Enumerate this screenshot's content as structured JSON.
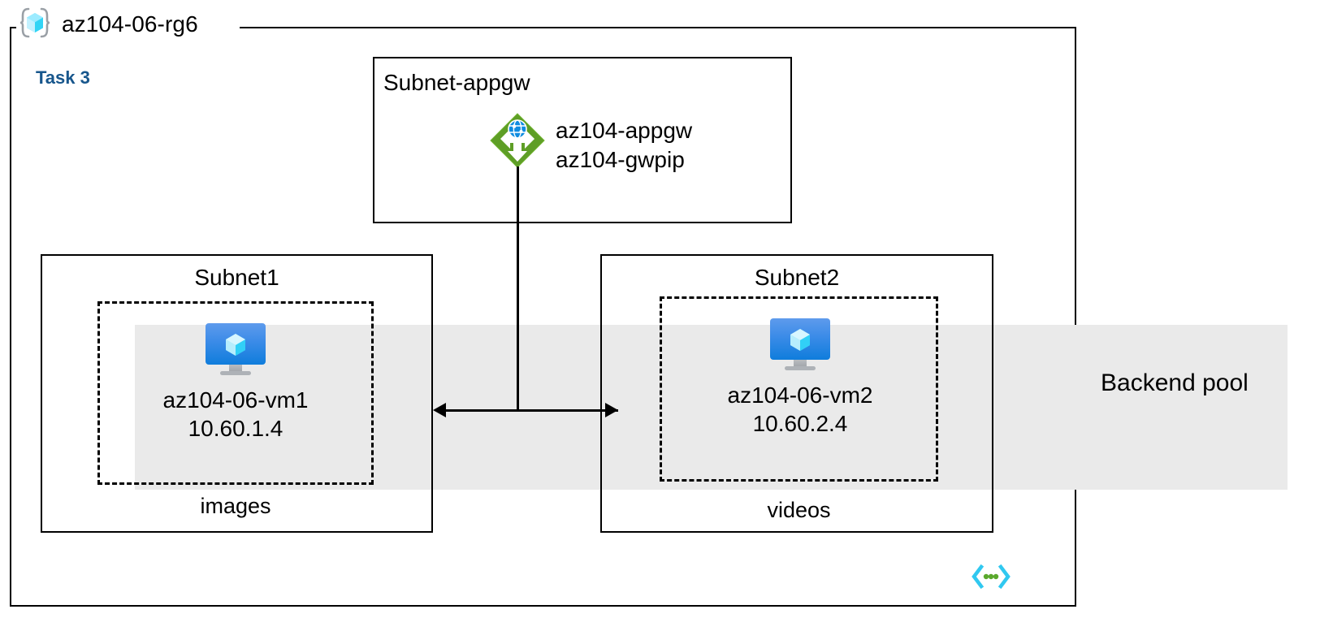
{
  "diagram": {
    "resource_group": {
      "name": "az104-06-rg6",
      "icon": "resource-group-cube-icon"
    },
    "task": {
      "label": "Task 3",
      "color": "#17568c"
    },
    "backend_pool": {
      "label": "Backend pool",
      "band_color": "#eaeaea"
    },
    "subnets": [
      {
        "id": "subnet-appgw",
        "title": "Subnet-appgw",
        "title_align": "left",
        "resource": {
          "icon": "application-gateway-icon",
          "icon_color": "#60a830",
          "lines": [
            "az104-appgw",
            "az104-gwpip"
          ]
        }
      },
      {
        "id": "subnet1",
        "title": "Subnet1",
        "title_align": "center",
        "nsg_label": "images",
        "vm": {
          "icon": "virtual-machine-icon",
          "name": "az104-06-vm1",
          "ip": "10.60.1.4"
        }
      },
      {
        "id": "subnet2",
        "title": "Subnet2",
        "title_align": "center",
        "nsg_label": "videos",
        "vm": {
          "icon": "virtual-machine-icon",
          "name": "az104-06-vm2",
          "ip": "10.60.2.4"
        }
      }
    ],
    "connectors": [
      {
        "id": "appgw-to-backend",
        "type": "vertical-line"
      },
      {
        "id": "subnet1-subnet2-link",
        "type": "double-headed-arrow"
      }
    ],
    "footer_icon": "code-brackets-icon"
  }
}
